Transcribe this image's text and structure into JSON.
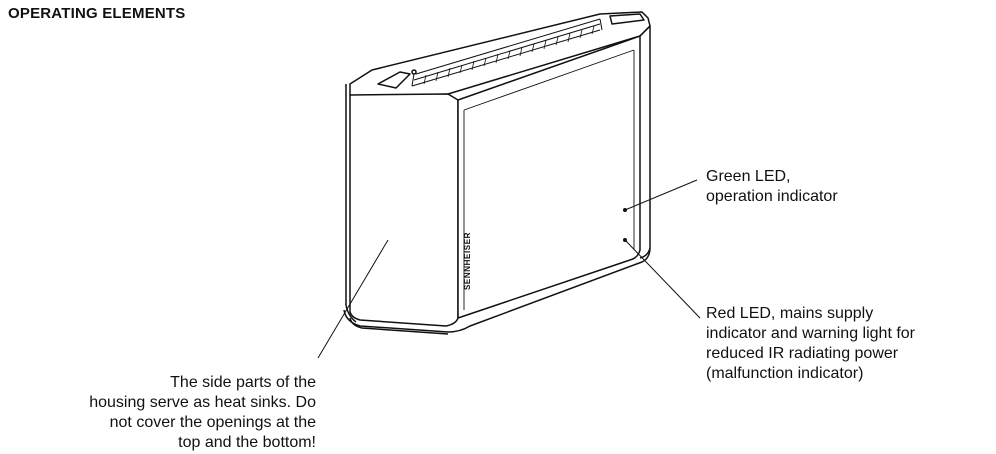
{
  "heading": "OPERATING ELEMENTS",
  "brand": "SENNHEISER",
  "callouts": {
    "heat_sink": "The side parts of the\nhousing serve as heat sinks. Do\nnot cover the openings at the\ntop and the bottom!",
    "green_led": "Green LED,\noperation indicator",
    "red_led": "Red LED, mains supply\nindicator and warning light for\nreduced IR radiating  power\n(malfunction indicator)"
  }
}
